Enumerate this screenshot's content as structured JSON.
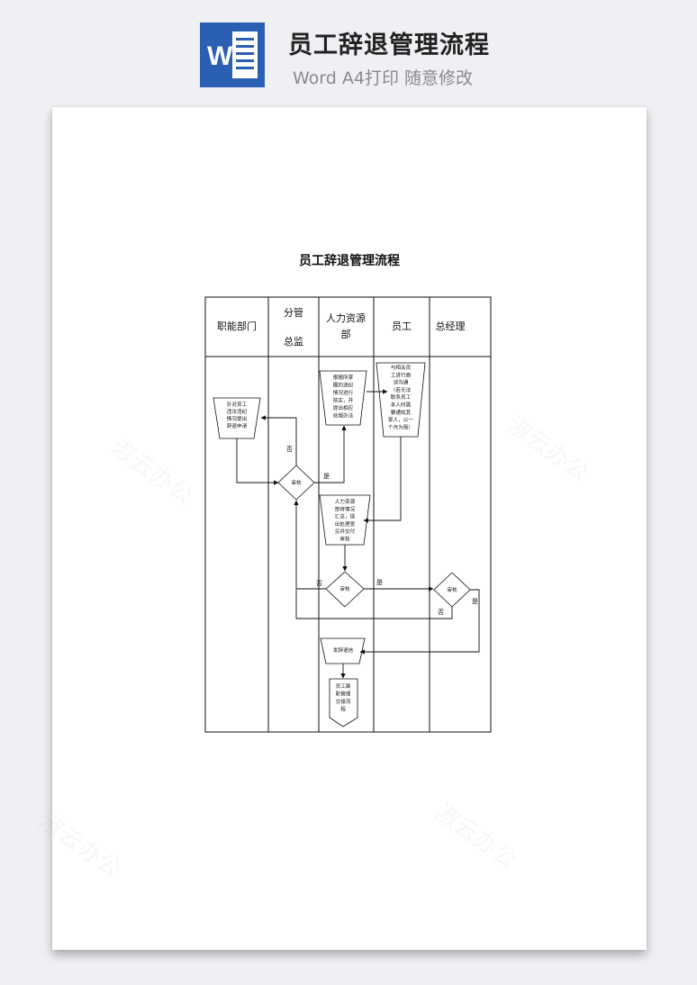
{
  "header": {
    "logo_letter": "W",
    "title": "员工辞退管理流程",
    "subtitle": "Word A4打印 随意修改"
  },
  "document": {
    "title": "员工辞退管理流程",
    "watermark": "淑云办公",
    "columns": {
      "functional_dept": "职能部门",
      "vp_line1": "分管",
      "vp_line2": "总监",
      "hr_line1": "人力资源",
      "hr_line2": "部",
      "employee": "员工",
      "gm": "总经理"
    },
    "nodes": {
      "dept_apply": [
        "针对员工",
        "违法违纪",
        "情况提出",
        "辞退申请"
      ],
      "hr_investigate": [
        "根据所掌",
        "握的违纪",
        "情况进行",
        "核实，并",
        "提出相应",
        "处理办法"
      ],
      "employee_talk": [
        "与相关员",
        "工进行面",
        "谈沟通",
        "（若无法",
        "联系员工",
        "本人时需",
        "要通知其",
        "家人，以一",
        "个月为限）"
      ],
      "review1": "审核",
      "hr_summary": [
        "人力资源",
        "部将情况",
        "汇总，提",
        "出处理意",
        "见并交付",
        "审核"
      ],
      "review2": "审核",
      "review3": "审核",
      "issue_notice": "发辞退信",
      "exit_process": [
        "员工离",
        "职管理",
        "交接流",
        "程"
      ]
    },
    "labels": {
      "no1": "否",
      "yes1": "是",
      "no2": "否",
      "yes2": "是",
      "yes3": "是",
      "no3": "否"
    }
  }
}
